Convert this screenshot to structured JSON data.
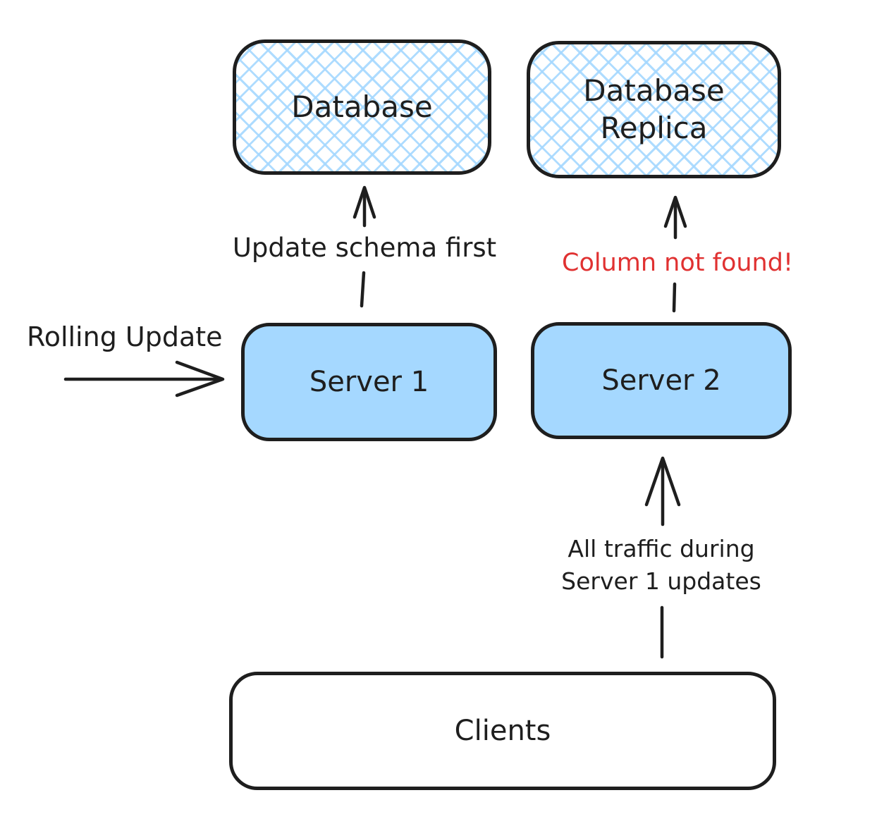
{
  "title": "Rolling update schema-change diagram",
  "colors": {
    "stroke": "#1e1e1e",
    "node_fill": "#a5d8ff",
    "hatch_fill": "#a5d8ff",
    "error_text": "#e03131",
    "background": "#ffffff"
  },
  "nodes": {
    "database": {
      "label": "Database"
    },
    "database_replica": {
      "label": "Database Replica"
    },
    "server1": {
      "label": "Server 1"
    },
    "server2": {
      "label": "Server 2"
    },
    "clients": {
      "label": "Clients"
    }
  },
  "edges": {
    "server1_to_database": {
      "from": "server1",
      "to": "database",
      "label": "Update schema first"
    },
    "server2_to_replica": {
      "from": "server2",
      "to": "database_replica",
      "label": "Column not found!",
      "label_color": "#e03131"
    },
    "clients_to_server2": {
      "from": "clients",
      "to": "server2",
      "label": "All traffic during\nServer 1 updates"
    },
    "rolling_update_into_server1": {
      "to": "server1",
      "label": "Rolling Update"
    }
  }
}
